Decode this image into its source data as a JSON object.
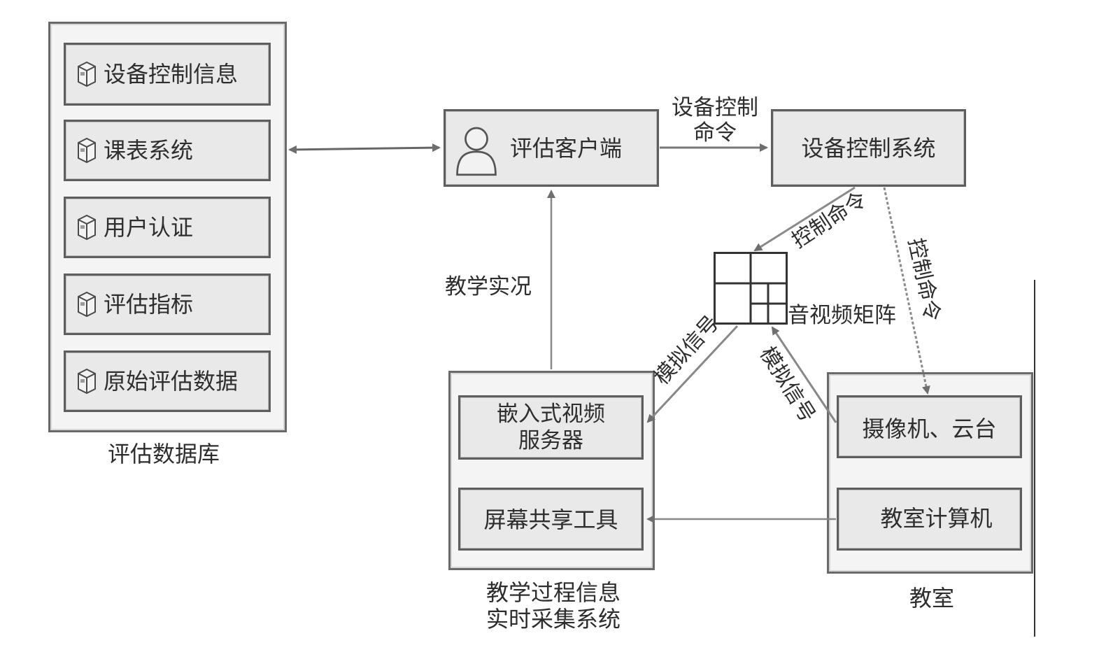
{
  "database": {
    "title": "评估数据库",
    "items": [
      "设备控制信息",
      "课表系统",
      "用户认证",
      "评估指标",
      "原始评估数据"
    ]
  },
  "client": {
    "label": "评估客户端"
  },
  "device_control": {
    "label": "设备控制系统"
  },
  "acquisition": {
    "title_line1": "教学过程信息",
    "title_line2": "实时采集系统",
    "video_server_line1": "嵌入式视频",
    "video_server_line2": "服务器",
    "screen_share": "屏幕共享工具"
  },
  "classroom": {
    "title": "教室",
    "camera": "摄像机、云台",
    "computer": "教室计算机"
  },
  "matrix": {
    "label": "音视频矩阵"
  },
  "edges": {
    "device_ctrl_cmd_line1": "设备控制",
    "device_ctrl_cmd_line2": "命令",
    "ctrl_cmd_to_matrix": "控制命令",
    "ctrl_cmd_to_classroom": "控制命令",
    "teaching_live": "教学实况",
    "analog_to_server": "模拟信号",
    "analog_from_camera": "模拟信号"
  },
  "colors": {
    "box_fill": "#e9e9e9",
    "border": "#5e5e5e",
    "arrow": "#777777"
  }
}
